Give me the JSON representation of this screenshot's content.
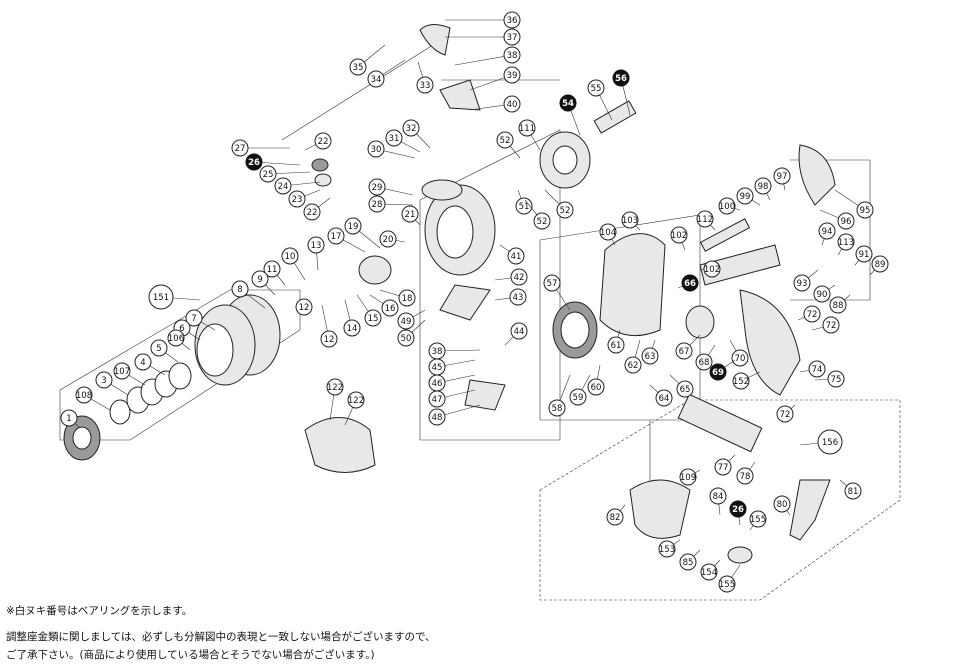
{
  "diagram": {
    "part_labels": [
      {
        "num": "36",
        "dark": false
      },
      {
        "num": "37",
        "dark": false
      },
      {
        "num": "38",
        "dark": false
      },
      {
        "num": "39",
        "dark": false
      },
      {
        "num": "40",
        "dark": false
      },
      {
        "num": "35",
        "dark": false
      },
      {
        "num": "34",
        "dark": false
      },
      {
        "num": "33",
        "dark": false
      },
      {
        "num": "56",
        "dark": true
      },
      {
        "num": "55",
        "dark": false
      },
      {
        "num": "54",
        "dark": true
      },
      {
        "num": "111",
        "dark": false
      },
      {
        "num": "52",
        "dark": false
      },
      {
        "num": "32",
        "dark": false
      },
      {
        "num": "31",
        "dark": false
      },
      {
        "num": "30",
        "dark": false
      },
      {
        "num": "27",
        "dark": false
      },
      {
        "num": "22",
        "dark": false
      },
      {
        "num": "26",
        "dark": true
      },
      {
        "num": "25",
        "dark": false
      },
      {
        "num": "24",
        "dark": false
      },
      {
        "num": "23",
        "dark": false
      },
      {
        "num": "22",
        "dark": false
      },
      {
        "num": "29",
        "dark": false
      },
      {
        "num": "28",
        "dark": false
      },
      {
        "num": "21",
        "dark": false
      },
      {
        "num": "20",
        "dark": false
      },
      {
        "num": "51",
        "dark": false
      },
      {
        "num": "52",
        "dark": false
      },
      {
        "num": "52",
        "dark": false
      },
      {
        "num": "95",
        "dark": false
      },
      {
        "num": "97",
        "dark": false
      },
      {
        "num": "98",
        "dark": false
      },
      {
        "num": "99",
        "dark": false
      },
      {
        "num": "100",
        "dark": false
      },
      {
        "num": "96",
        "dark": false
      },
      {
        "num": "112",
        "dark": false
      },
      {
        "num": "103",
        "dark": false
      },
      {
        "num": "104",
        "dark": false
      },
      {
        "num": "102",
        "dark": false
      },
      {
        "num": "102",
        "dark": false
      },
      {
        "num": "94",
        "dark": false
      },
      {
        "num": "113",
        "dark": false
      },
      {
        "num": "91",
        "dark": false
      },
      {
        "num": "89",
        "dark": false
      },
      {
        "num": "93",
        "dark": false
      },
      {
        "num": "90",
        "dark": false
      },
      {
        "num": "88",
        "dark": false
      },
      {
        "num": "151",
        "dark": false
      },
      {
        "num": "17",
        "dark": false
      },
      {
        "num": "19",
        "dark": false
      },
      {
        "num": "13",
        "dark": false
      },
      {
        "num": "10",
        "dark": false
      },
      {
        "num": "11",
        "dark": false
      },
      {
        "num": "9",
        "dark": false
      },
      {
        "num": "8",
        "dark": false
      },
      {
        "num": "18",
        "dark": false
      },
      {
        "num": "16",
        "dark": false
      },
      {
        "num": "15",
        "dark": false
      },
      {
        "num": "14",
        "dark": false
      },
      {
        "num": "12",
        "dark": false
      },
      {
        "num": "12",
        "dark": false
      },
      {
        "num": "49",
        "dark": false
      },
      {
        "num": "50",
        "dark": false
      },
      {
        "num": "41",
        "dark": false
      },
      {
        "num": "42",
        "dark": false
      },
      {
        "num": "43",
        "dark": false
      },
      {
        "num": "44",
        "dark": false
      },
      {
        "num": "57",
        "dark": false
      },
      {
        "num": "66",
        "dark": true
      },
      {
        "num": "72",
        "dark": false
      },
      {
        "num": "72",
        "dark": false
      },
      {
        "num": "7",
        "dark": false
      },
      {
        "num": "6",
        "dark": false
      },
      {
        "num": "106",
        "dark": false
      },
      {
        "num": "5",
        "dark": false
      },
      {
        "num": "4",
        "dark": false
      },
      {
        "num": "107",
        "dark": false
      },
      {
        "num": "3",
        "dark": false
      },
      {
        "num": "108",
        "dark": false
      },
      {
        "num": "1",
        "dark": false
      },
      {
        "num": "38",
        "dark": false
      },
      {
        "num": "45",
        "dark": false
      },
      {
        "num": "46",
        "dark": false
      },
      {
        "num": "47",
        "dark": false
      },
      {
        "num": "48",
        "dark": false
      },
      {
        "num": "122",
        "dark": false
      },
      {
        "num": "122",
        "dark": false
      },
      {
        "num": "61",
        "dark": false
      },
      {
        "num": "62",
        "dark": false
      },
      {
        "num": "63",
        "dark": false
      },
      {
        "num": "67",
        "dark": false
      },
      {
        "num": "68",
        "dark": false
      },
      {
        "num": "70",
        "dark": false
      },
      {
        "num": "69",
        "dark": true
      },
      {
        "num": "152",
        "dark": false
      },
      {
        "num": "74",
        "dark": false
      },
      {
        "num": "75",
        "dark": false
      },
      {
        "num": "58",
        "dark": false
      },
      {
        "num": "59",
        "dark": false
      },
      {
        "num": "60",
        "dark": false
      },
      {
        "num": "65",
        "dark": false
      },
      {
        "num": "64",
        "dark": false
      },
      {
        "num": "72",
        "dark": false
      },
      {
        "num": "156",
        "dark": false
      },
      {
        "num": "77",
        "dark": false
      },
      {
        "num": "78",
        "dark": false
      },
      {
        "num": "109",
        "dark": false
      },
      {
        "num": "84",
        "dark": false
      },
      {
        "num": "80",
        "dark": false
      },
      {
        "num": "81",
        "dark": false
      },
      {
        "num": "82",
        "dark": false
      },
      {
        "num": "26",
        "dark": true
      },
      {
        "num": "155",
        "dark": false
      },
      {
        "num": "153",
        "dark": false
      },
      {
        "num": "85",
        "dark": false
      },
      {
        "num": "154",
        "dark": false
      },
      {
        "num": "155",
        "dark": false
      }
    ]
  },
  "notes": {
    "bearing_note": "※白ヌキ番号はベアリングを示します。",
    "line1": "調整座金類に関しましては、必ずしも分解図中の表現と一致しない場合がございますので、",
    "line2": "ご了承下さい。(商品により使用している場合とそうでない場合がございます。)"
  }
}
